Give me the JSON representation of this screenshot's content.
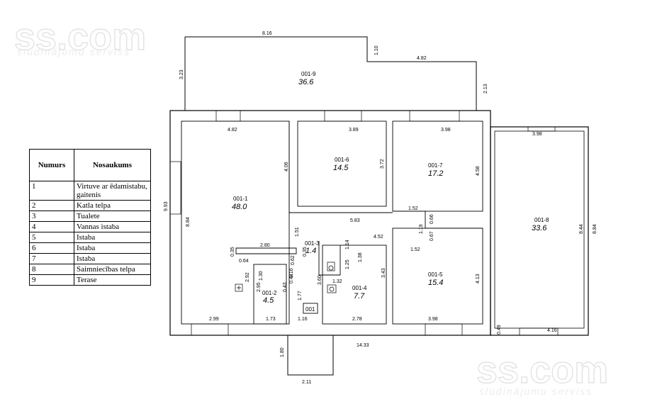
{
  "watermark": {
    "brand": "ss.com",
    "tagline": "sludinājumu serviss"
  },
  "legend": {
    "header_num": "Numurs",
    "header_name": "Nosaukums",
    "rows": [
      {
        "num": "1",
        "name": "Virtuve ar ēdamistabu, gaitenis"
      },
      {
        "num": "2",
        "name": "Katla telpa"
      },
      {
        "num": "3",
        "name": "Tualete"
      },
      {
        "num": "4",
        "name": "Vannas istaba"
      },
      {
        "num": "5",
        "name": "Istaba"
      },
      {
        "num": "6",
        "name": "Istaba"
      },
      {
        "num": "7",
        "name": "Istaba"
      },
      {
        "num": "8",
        "name": "Saimniecības telpa"
      },
      {
        "num": "9",
        "name": "Terase"
      }
    ]
  },
  "rooms": [
    {
      "id": "001-1",
      "area": "48.0"
    },
    {
      "id": "001-2",
      "area": "4.5"
    },
    {
      "id": "001-3",
      "area": "1.4"
    },
    {
      "id": "001-4",
      "area": "7.7"
    },
    {
      "id": "001-5",
      "area": "15.4"
    },
    {
      "id": "001-6",
      "area": "14.5"
    },
    {
      "id": "001-7",
      "area": "17.2"
    },
    {
      "id": "001-8",
      "area": "33.6"
    },
    {
      "id": "001-9",
      "area": "36.6"
    }
  ],
  "apartment_tag": "001",
  "dimensions": {
    "terrace_top": "8.16",
    "terrace_left": "3.23",
    "terrace_step": "1.10",
    "terrace_right_top": "4.82",
    "terrace_right": "2.13",
    "r1_top": "4.82",
    "r6_top": "3.89",
    "r7_top": "3.98",
    "r8_top": "3.98",
    "total_height": "9.93",
    "r1_left": "8.84",
    "r1_inner": "4.06",
    "r6_side": "3.72",
    "r7_side": "4.58",
    "r6_bottom": "5.83",
    "hall_w": "1.52",
    "hall_h": "0.66",
    "r8_side": "8.44",
    "r8_outer": "8.84",
    "small_a": "1.19",
    "small_b": "0.67",
    "r5_top_left": "1.52",
    "r4_top": "4.52",
    "hall_1_51": "1.51",
    "corr_w": "2.80",
    "d035a": "0.35",
    "d035b": "0.35",
    "d064": "0.64",
    "d062": "0.62",
    "d116": "1.16",
    "d130": "1.30",
    "d044": "0.44",
    "d043": "0.43",
    "r2_side1": "2.92",
    "r2_side2": "2.95",
    "d177": "1.77",
    "d360": "3.60",
    "d114": "1.14",
    "d125": "1.25",
    "d138": "1.38",
    "d132": "1.32",
    "r4_side": "3.43",
    "r5_side": "4.13",
    "r1_bottom": "2.99",
    "r2_bottom": "1.73",
    "d116b": "1.16",
    "r4_bottom": "2.78",
    "r5_bottom": "3.98",
    "d049": "0.49",
    "r8_bottom": "4.16",
    "total_width": "14.33",
    "porch_h": "1.80",
    "porch_w": "2.11"
  }
}
